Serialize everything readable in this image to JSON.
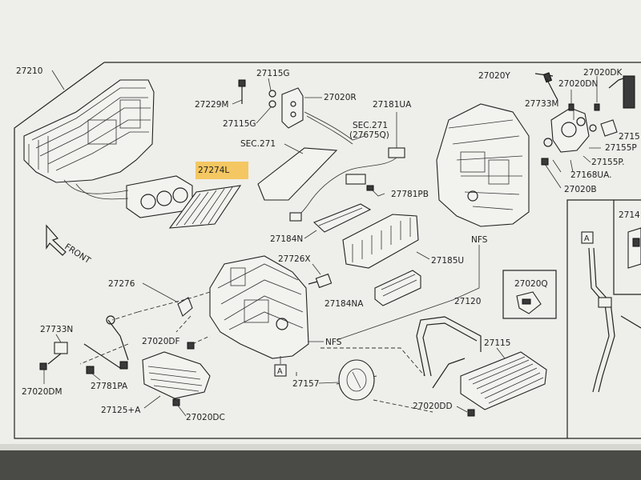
{
  "labels": {
    "p27210": "27210",
    "p27229M": "27229M",
    "p27115G_top": "27115G",
    "p27115G_bot": "27115G",
    "p27020R": "27020R",
    "p27181UA": "27181UA",
    "sec271_a": "SEC.271",
    "sec271_b": "(27675Q)",
    "sec271_c": "SEC.271",
    "p27274L": "27274L",
    "p27781PB": "27781PB",
    "p27184N": "27184N",
    "p27185U": "27185U",
    "p27726X": "27726X",
    "p27184NA": "27184NA",
    "p27276": "27276",
    "p27120": "27120",
    "nfs_top": "NFS",
    "nfs_mid": "NFS",
    "p27020Y": "27020Y",
    "p27020DK": "27020DK",
    "p27020DN": "27020DN",
    "p27733M": "27733M",
    "p2715_a": "2715",
    "p27155P": "27155P",
    "p27155P2": "27155P.",
    "p27168UA": "27168UA.",
    "p27020B": "27020B",
    "p27020Q": "27020Q",
    "p27733N": "27733N",
    "p27020DF": "27020DF",
    "p27020DM": "27020DM",
    "p27781PA": "27781PA",
    "p27125A": "27125+A",
    "p27020DC": "27020DC",
    "p27157": "27157",
    "p27115": "27115",
    "p27020DD": "27020DD",
    "p2714": "2714",
    "front": "FRONT",
    "ref_a1": "A",
    "ref_a2": "A"
  },
  "colors": {
    "paper": "#eeeeea",
    "ink": "#222222",
    "highlight": "#f5c04a",
    "background": "#5c5c58"
  }
}
